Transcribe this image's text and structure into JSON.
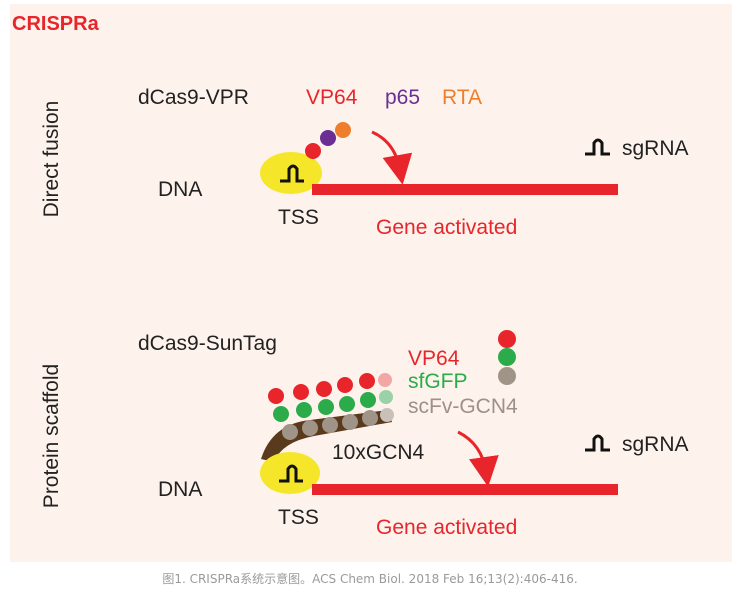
{
  "title": "CRISPRa",
  "panels": [
    {
      "side_label": "Direct fusion",
      "construct": "dCas9-VPR",
      "domains": [
        "VP64",
        "p65",
        "RTA"
      ],
      "dna_label": "DNA",
      "tss_label": "TSS",
      "gene_label": "Gene activated",
      "sgrna_label": "sgRNA"
    },
    {
      "side_label": "Protein scaffold",
      "construct": "dCas9-SunTag",
      "legend": [
        "VP64",
        "sfGFP",
        "scFv-GCN4"
      ],
      "scaffold_label": "10xGCN4",
      "dna_label": "DNA",
      "tss_label": "TSS",
      "gene_label": "Gene activated",
      "sgrna_label": "sgRNA"
    }
  ],
  "caption": "图1. CRISPRa系统示意图。ACS Chem Biol. 2018 Feb 16;13(2):406-416.",
  "colors": {
    "background": "#fdf3ec",
    "red": "#e8252b",
    "purple": "#6b2e92",
    "orange": "#ef7e2c",
    "green": "#2bab4a",
    "gray": "#a09387",
    "brown": "#5a3a1c",
    "yellow": "#f5e62a"
  }
}
